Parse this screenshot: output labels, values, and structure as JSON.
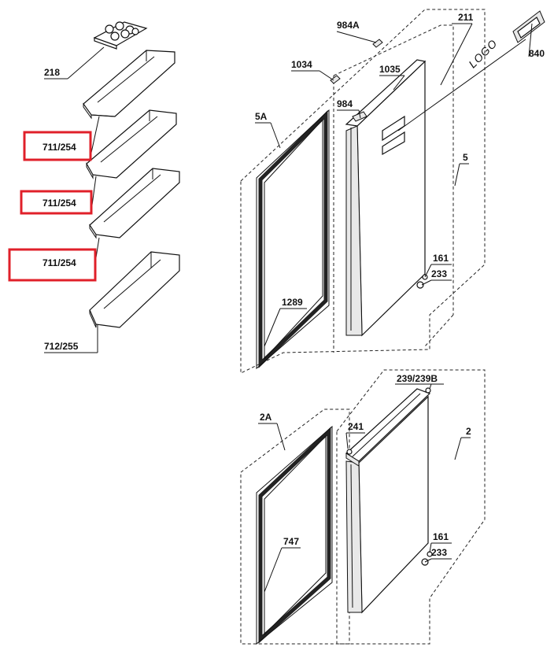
{
  "highlight_color": "#e0202a",
  "logo_text": "LOGO",
  "labels": {
    "p218": "218",
    "p711a": "711/254",
    "p711b": "711/254",
    "p711c": "711/254",
    "p712": "712/255",
    "p984A": "984A",
    "p211": "211",
    "p840": "840",
    "p1034": "1034",
    "p1035": "1035",
    "p984": "984",
    "p5A": "5A",
    "p5": "5",
    "p161a": "161",
    "p233a": "233",
    "p1289": "1289",
    "p239": "239/239B",
    "p2A": "2A",
    "p241": "241",
    "p2": "2",
    "p161b": "161",
    "p233b": "233",
    "p747": "747"
  }
}
